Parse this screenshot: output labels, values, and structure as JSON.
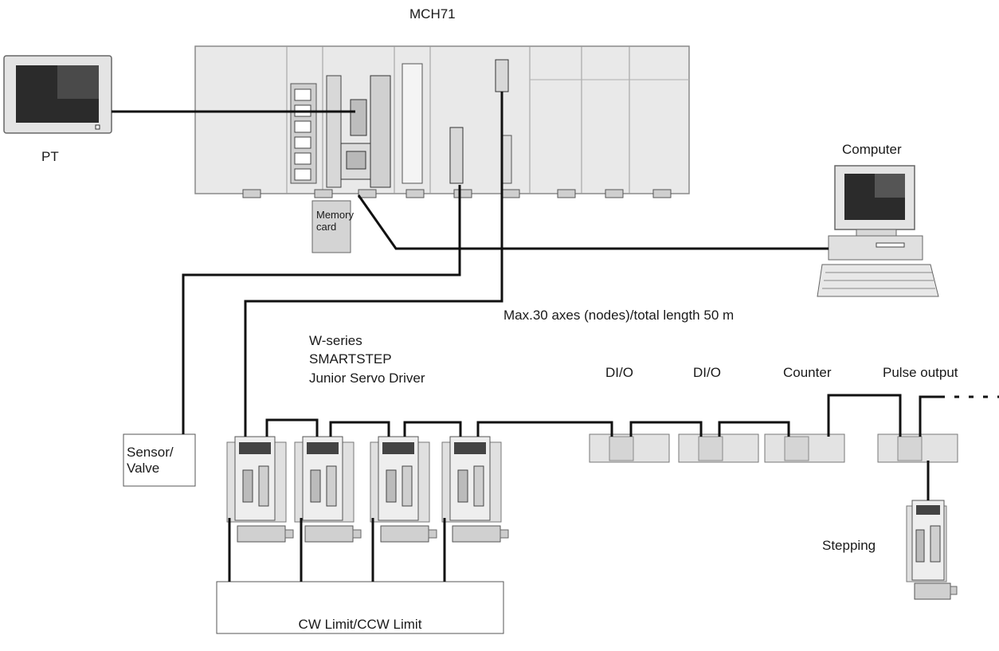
{
  "labels": {
    "controller": "MCH71",
    "pt": "PT",
    "computer": "Computer",
    "memory_card": "Memory\ncard",
    "network_info": "Max.30 axes (nodes)/total length 50 m",
    "servo_line1": "W-series",
    "servo_line2": "SMARTSTEP",
    "servo_line3": "Junior Servo Driver",
    "dio1": "DI/O",
    "dio2": "DI/O",
    "counter": "Counter",
    "pulse_output": "Pulse output",
    "stepping": "Stepping",
    "sensor_valve": "Sensor/\nValve",
    "limit_box": "CW Limit/CCW Limit"
  },
  "colors": {
    "line": "#111111",
    "device_fill": "#e6e6e6",
    "device_edge": "#888888",
    "memory_card_fill": "#d4d4d4",
    "screen_dark": "#2b2b2b"
  }
}
